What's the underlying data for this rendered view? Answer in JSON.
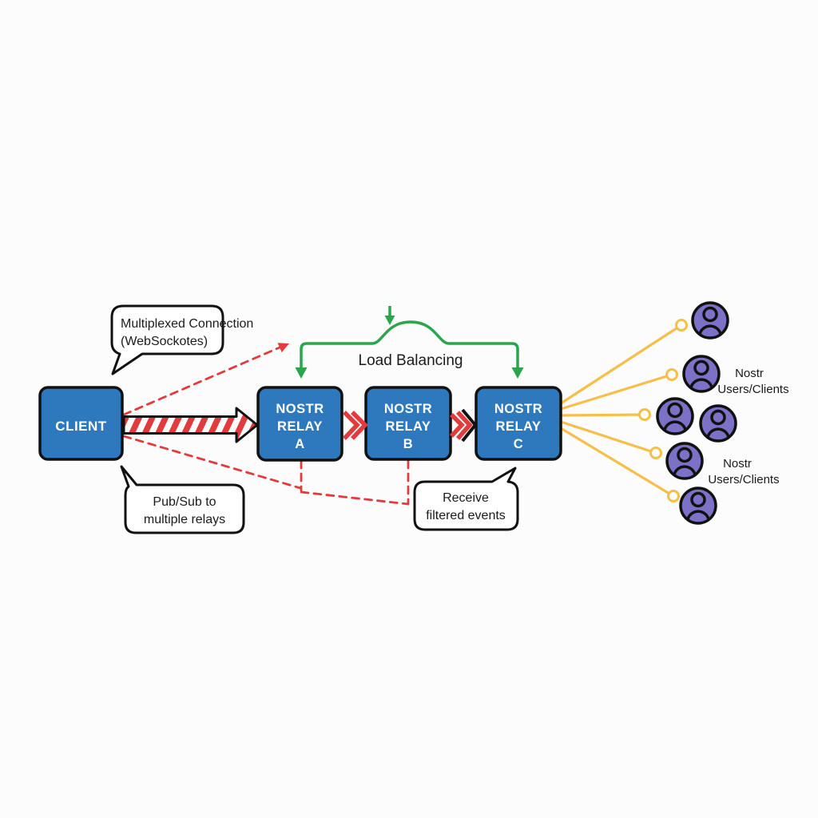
{
  "diagram": {
    "client": {
      "label": "CLIENT"
    },
    "relays": [
      {
        "line1": "NOSTR",
        "line2": "RELAY",
        "letter": "A"
      },
      {
        "line1": "NOSTR",
        "line2": "RELAY",
        "letter": "B"
      },
      {
        "line1": "NOSTR",
        "line2": "RELAY",
        "letter": "C"
      }
    ],
    "annotations": {
      "multiplexed": {
        "line1": "Multiplexed Connection",
        "line2": "(WebSockotes)"
      },
      "pubsub": {
        "line1": "Pub/Sub to",
        "line2": "multiple relays"
      },
      "receive": {
        "line1": "Receive",
        "line2": "filtered events"
      },
      "load_balancing": "Load Balancing"
    },
    "users_label": {
      "line1": "Nostr",
      "line2": "Users/Clients"
    },
    "colors": {
      "box_blue": "#2E79BE",
      "arrow_red": "#E13B3D",
      "green": "#2BA44D",
      "yellow": "#F6BE4B",
      "purple": "#7B71C6"
    }
  }
}
